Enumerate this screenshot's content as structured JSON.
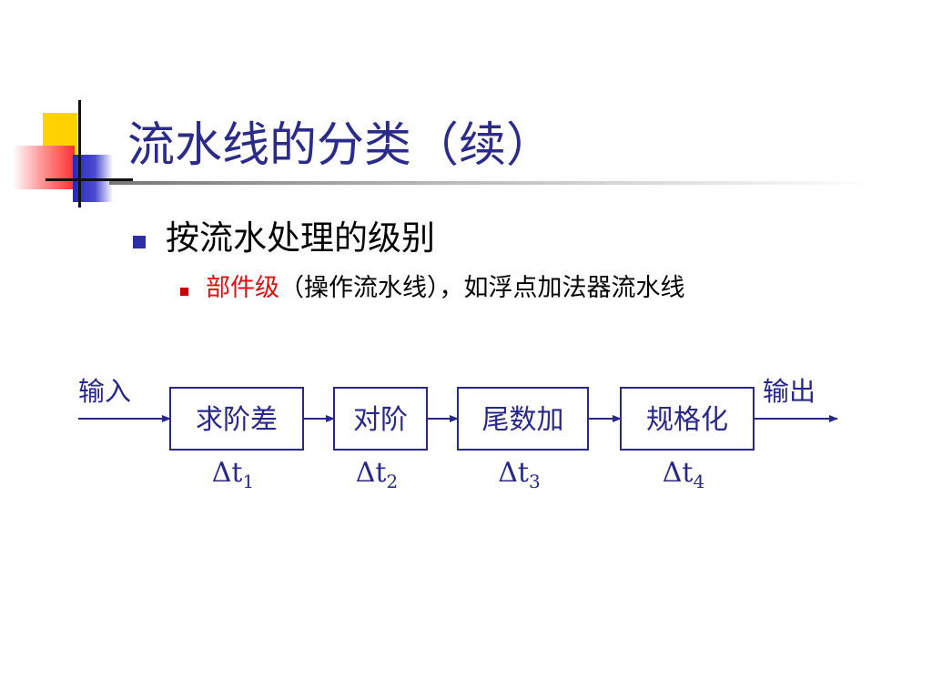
{
  "title": "流水线的分类（续）",
  "bullet1": {
    "text": "按流水处理的级别"
  },
  "bullet2": {
    "highlight": "部件级",
    "text": "（操作流水线），如浮点加法器流水线"
  },
  "diagram": {
    "input_label": "输入",
    "output_label": "输出",
    "stages": [
      {
        "label": "求阶差",
        "time": "Δt",
        "sub": "1"
      },
      {
        "label": "对阶",
        "time": "Δt",
        "sub": "2"
      },
      {
        "label": "尾数加",
        "time": "Δt",
        "sub": "3"
      },
      {
        "label": "规格化",
        "time": "Δt",
        "sub": "4"
      }
    ],
    "stroke_color": "#28288c"
  },
  "colors": {
    "title": "#2b2b8c",
    "highlight": "#e01010",
    "bullet1": "#2e2ea8",
    "bullet2": "#cc0000"
  }
}
